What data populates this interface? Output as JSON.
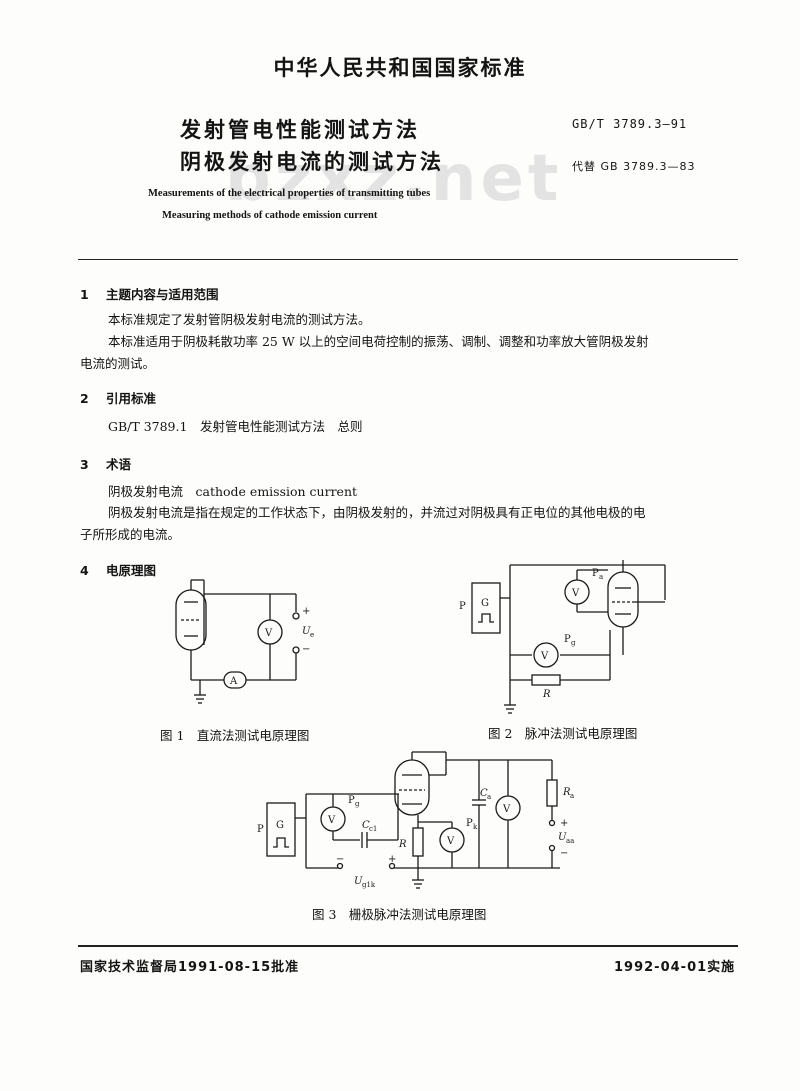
{
  "header": {
    "standard_org": "中华人民共和国国家标准",
    "title_line1": "发射管电性能测试方法",
    "title_line2": "阴极发射电流的测试方法",
    "code": "GB/T 3789.3—91",
    "replaces": "代替 GB 3789.3—83",
    "english_title_line1": "Measurements of the electrical properties of transmitting tubes",
    "english_title_line2": "Measuring methods of cathode emission current",
    "watermark": "bzxz.net"
  },
  "sections": {
    "s1": {
      "number": "1",
      "heading": "主题内容与适用范围",
      "p1": "本标准规定了发射管阴极发射电流的测试方法。",
      "p2_line1": "本标准适用于阴极耗散功率 25 W 以上的空间电荷控制的振荡、调制、调整和功率放大管阴极发射",
      "p2_line2": "电流的测试。"
    },
    "s2": {
      "number": "2",
      "heading": "引用标准",
      "ref_code": "GB/T 3789.1",
      "ref_title": "发射管电性能测试方法　总则"
    },
    "s3": {
      "number": "3",
      "heading": "术语",
      "term": "阴极发射电流　cathode emission current",
      "def_line1": "阴极发射电流是指在规定的工作状态下，由阴极发射的，并流过对阴极具有正电位的其他电极的电",
      "def_line2": "子所形成的电流。"
    },
    "s4": {
      "number": "4",
      "heading": "电原理图"
    }
  },
  "figures": {
    "fig1": {
      "caption": "图 1　直流法测试电原理图",
      "voltmeter": "V",
      "ammeter": "A",
      "voltage_label": "U",
      "voltage_sub": "e",
      "plus": "+",
      "minus": "−"
    },
    "fig2": {
      "caption": "图 2　脉冲法测试电原理图",
      "generator_label": "P",
      "generator_box": "G",
      "voltmeter": "V",
      "probe_top": "P",
      "probe_top_sub": "a",
      "probe_mid": "P",
      "probe_mid_sub": "g",
      "resistor": "R"
    },
    "fig3": {
      "caption": "图 3　栅极脉冲法测试电原理图",
      "generator_label": "P",
      "generator_box": "G",
      "voltmeter": "V",
      "probe_grid": "P",
      "probe_grid_sub": "g",
      "probe_cathode": "P",
      "probe_cathode_sub": "k",
      "cap_grid": "C",
      "cap_grid_sub": "c1",
      "cap_anode": "C",
      "cap_anode_sub": "a",
      "resistor": "R",
      "resistor_anode": "R",
      "resistor_anode_sub": "a",
      "supply": "U",
      "supply_sub": "aa",
      "bias": "U",
      "bias_sub": "g1k",
      "plus": "+",
      "minus": "−"
    }
  },
  "footer": {
    "approval": "国家技术监督局1991-08-15批准",
    "effective": "1992-04-01实施"
  }
}
